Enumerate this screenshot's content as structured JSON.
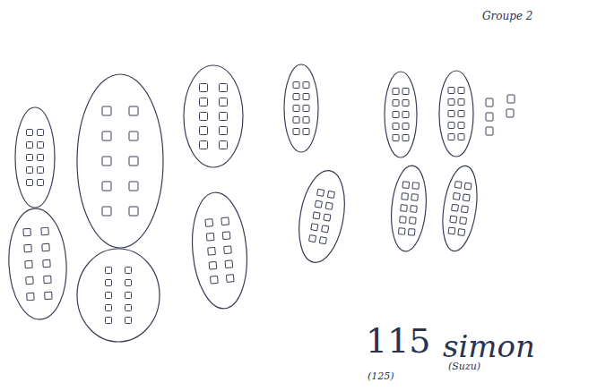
{
  "diagram": {
    "labels": [
      "Groupe 2",
      "115",
      "simon",
      "(125)",
      "(Suzu)"
    ]
  }
}
